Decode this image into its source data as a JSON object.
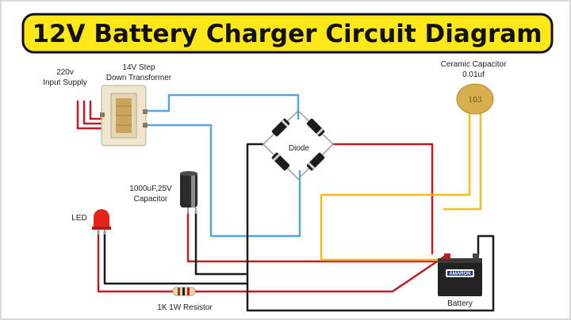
{
  "title": "12V Battery Charger Circuit Diagram",
  "colors": {
    "banner": "#ffe81a",
    "banner_border": "#111111",
    "wire_blue": "#5aa6dc",
    "wire_red": "#c01c22",
    "wire_black": "#1a1a1a",
    "wire_yellow": "#f5bd1a"
  },
  "labels": {
    "input_supply": [
      "220v",
      "Input Supply"
    ],
    "transformer": [
      "14V Step",
      "Down Transformer"
    ],
    "diode": "Diode",
    "ceramic_capacitor": [
      "Ceramic Capacitor",
      "0.01uf"
    ],
    "ceramic_code": "103",
    "electrolytic_capacitor": [
      "1000uF,25V",
      "Capacitor"
    ],
    "led": "LED",
    "resistor": "1K 1W Resistor",
    "battery": "Battery",
    "battery_brand": "AMARON"
  },
  "icons": {
    "transformer": "transformer-icon",
    "bridge": "bridge-rectifier-icon",
    "ceramic": "ceramic-capacitor-icon",
    "electrolytic": "electrolytic-capacitor-icon",
    "led": "led-icon",
    "resistor": "resistor-icon",
    "battery": "battery-icon"
  }
}
